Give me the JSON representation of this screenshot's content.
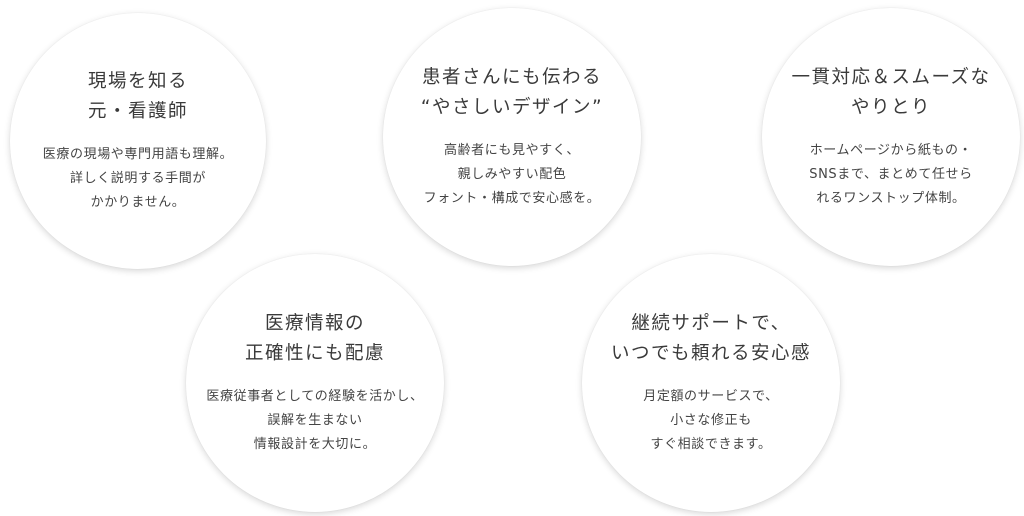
{
  "features": [
    {
      "title": [
        "現場を知る",
        "元・看護師"
      ],
      "body": [
        "医療の現場や専門用語も理解。",
        "詳しく説明する手間が",
        "かかりません。"
      ]
    },
    {
      "title": [
        "患者さんにも伝わる",
        "“やさしいデザイン”"
      ],
      "body": [
        "高齢者にも見やすく、",
        "親しみやすい配色",
        "フォント・構成で安心感を。"
      ]
    },
    {
      "title": [
        "一貫対応＆スムーズな",
        "やりとり"
      ],
      "body": [
        "ホームページから紙もの・",
        "SNSまで、まとめて任せら",
        "れるワンストップ体制。"
      ]
    },
    {
      "title": [
        "医療情報の",
        "正確性にも配慮"
      ],
      "body": [
        "医療従事者としての経験を活かし、",
        "誤解を生まない",
        "情報設計を大切に。"
      ]
    },
    {
      "title": [
        "継続サポートで、",
        "いつでも頼れる安心感"
      ],
      "body": [
        "月定額のサービスで、",
        "小さな修正も",
        "すぐ相談できます。"
      ]
    }
  ]
}
